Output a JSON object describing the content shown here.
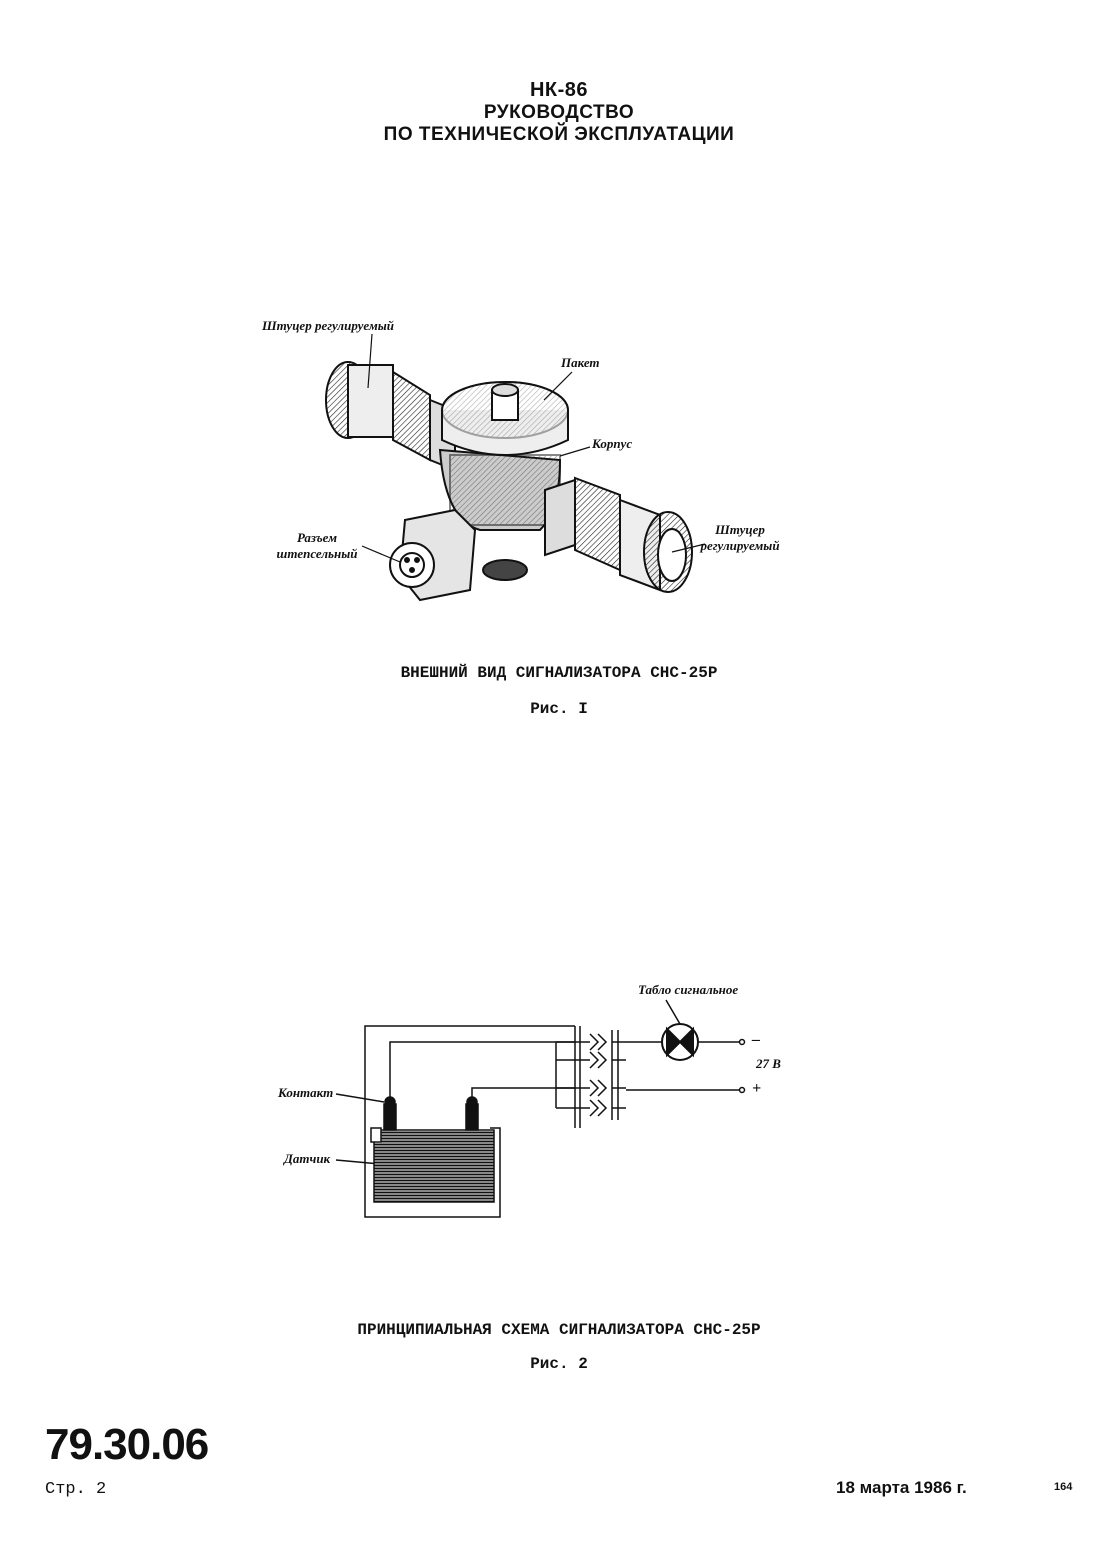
{
  "header": {
    "model": "НК-86",
    "title_line1": "РУКОВОДСТВО",
    "title_line2": "ПО ТЕХНИЧЕСКОЙ ЭКСПЛУАТАЦИИ"
  },
  "figure1": {
    "labels": {
      "fitting_left": "Штуцер регулируемый",
      "package": "Пакет",
      "body": "Корпус",
      "connector_line1": "Разъем",
      "connector_line2": "штепсельный",
      "fitting_right_line1": "Штуцер",
      "fitting_right_line2": "регулируемый"
    },
    "caption": "ВНЕШНИЙ ВИД СИГНАЛИЗАТОРА СНС-25Р",
    "number": "Рис. I"
  },
  "figure2": {
    "labels": {
      "panel": "Табло сигнальное",
      "contact": "Контакт",
      "sensor": "Датчик",
      "minus": "–",
      "plus": "+",
      "voltage": "27 В"
    },
    "caption": "ПРИНЦИПИАЛЬНАЯ СХЕМА СИГНАЛИЗАТОРА СНС-25Р",
    "number": "Рис. 2"
  },
  "footer": {
    "doc_number": "79.30.06",
    "page": "Стр. 2",
    "date": "18 марта 1986 г.",
    "sheet": "164"
  }
}
